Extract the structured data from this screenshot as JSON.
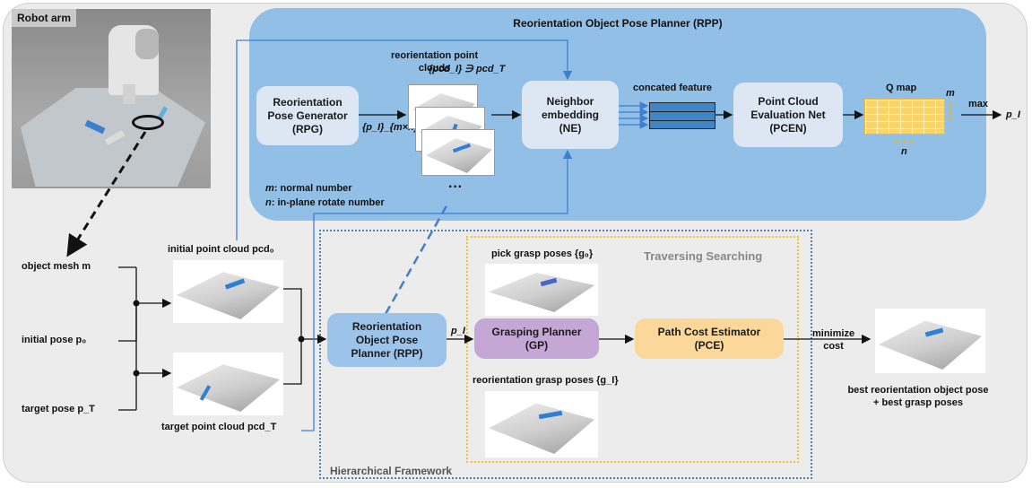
{
  "robot_panel": {
    "title": "Robot arm"
  },
  "rpp": {
    "title": "Reorientation Object Pose Planner (RPP)",
    "rpg_label": "Reorientation\nPose Generator\n(RPG)",
    "ne_label": "Neighbor\nembedding\n(NE)",
    "pcen_label": "Point Cloud\nEvaluation Net\n(PCEN)",
    "points_label": "reorientation point\nclouds",
    "points_math": "{pcd_I} ∋ pcd_T",
    "rpg_out": "{p_I}_{m×n}",
    "concat_label": "concated feature",
    "qmap_label": "Q map",
    "qmap_m": "m",
    "qmap_n": "n",
    "max_label": "max",
    "out_label": "p_I",
    "ellipsis": "···",
    "legend_m_sym": "m",
    "legend_m_text": ": normal number",
    "legend_n_sym": "n",
    "legend_n_text": ": in-plane rotate number"
  },
  "inputs": {
    "mesh": "object mesh m",
    "init_pose": "initial pose p₀",
    "target_pose": "target pose p_T",
    "init_pcd": "initial point cloud pcd₀",
    "target_pcd": "target point cloud pcd_T"
  },
  "hier": {
    "title": "Hierarchical Framework",
    "rpp_box": "Reorientation\nObject Pose\nPlanner (RPP)",
    "p_label": "p_I",
    "trav_title": "Traversing Searching",
    "pick_label": "pick grasp poses {g₀}",
    "reor_label": "reorientation grasp poses {g_I}",
    "gp_box": "Grasping  Planner\n(GP)",
    "pce_box": "Path Cost Estimator\n(PCE)",
    "min_label": "minimize\ncost",
    "result_label": "best reorientation object pose\n+ best grasp poses"
  },
  "colors": {
    "rpp_panel": "#92bfe6",
    "gp": "#c5a7d6",
    "pce": "#fcd79a",
    "rpp_box": "#9cc3e9",
    "qmap": "#f9d46b",
    "trav_border": "#f2c230"
  }
}
